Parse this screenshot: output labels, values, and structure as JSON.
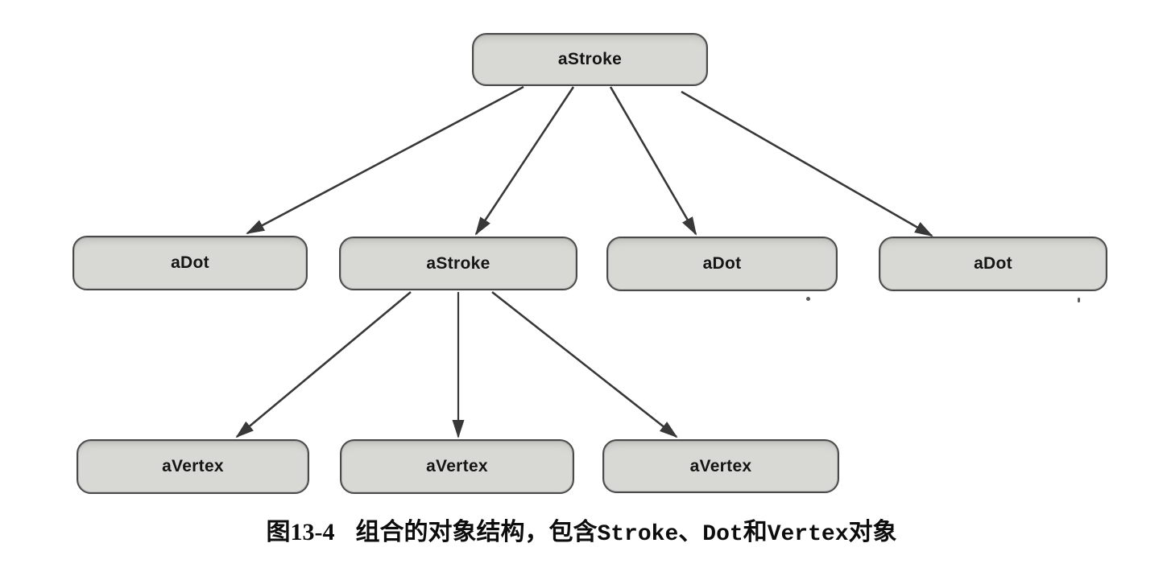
{
  "figure": {
    "type": "tree-diagram",
    "nodes": [
      {
        "id": "root",
        "label": "aStroke",
        "level": 0
      },
      {
        "id": "child-1",
        "label": "aDot",
        "level": 1
      },
      {
        "id": "child-2",
        "label": "aStroke",
        "level": 1
      },
      {
        "id": "child-3",
        "label": "aDot",
        "level": 1
      },
      {
        "id": "child-4",
        "label": "aDot",
        "level": 1
      },
      {
        "id": "leaf-1",
        "label": "aVertex",
        "level": 2
      },
      {
        "id": "leaf-2",
        "label": "aVertex",
        "level": 2
      },
      {
        "id": "leaf-3",
        "label": "aVertex",
        "level": 2
      }
    ],
    "edges": [
      {
        "from": "root",
        "to": "child-1"
      },
      {
        "from": "root",
        "to": "child-2"
      },
      {
        "from": "root",
        "to": "child-3"
      },
      {
        "from": "root",
        "to": "child-4"
      },
      {
        "from": "child-2",
        "to": "leaf-1"
      },
      {
        "from": "child-2",
        "to": "leaf-2"
      },
      {
        "from": "child-2",
        "to": "leaf-3"
      }
    ],
    "caption": {
      "full_text": "图13-4 组合的对象结构，包含Stroke、Dot和Vertex对象",
      "segments": [
        {
          "text": "图13-4",
          "style": "serif-bold"
        },
        {
          "text": "组合的对象结构，包含",
          "style": "cjk-bold"
        },
        {
          "text": "Stroke",
          "style": "mono"
        },
        {
          "text": "、",
          "style": "cjk-bold"
        },
        {
          "text": "Dot",
          "style": "mono"
        },
        {
          "text": "和",
          "style": "cjk-bold"
        },
        {
          "text": "Vertex",
          "style": "mono"
        },
        {
          "text": "对象",
          "style": "cjk-bold"
        }
      ]
    },
    "colors": {
      "background": "#ffffff",
      "node_fill": "#d8d8d4",
      "node_border": "#4a4a4a",
      "arrow": "#383838",
      "label_text": "#151515"
    }
  }
}
